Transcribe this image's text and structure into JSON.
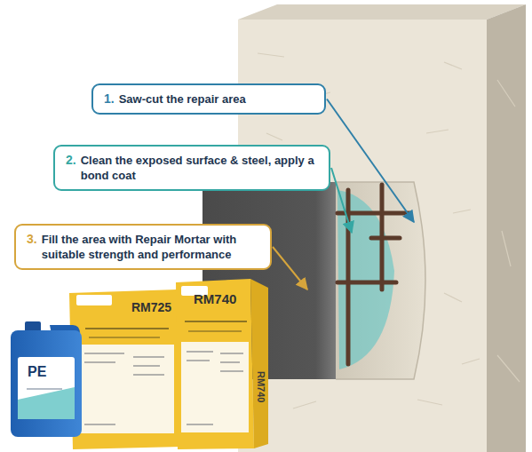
{
  "diagram": {
    "nodes": [
      {
        "text": [
          "1.",
          "Saw-cut the repair area"
        ]
      },
      {
        "text": [
          "2.",
          "Clean the exposed surface & steel, apply a bond coat"
        ]
      },
      {
        "text": [
          "3.",
          "Fill the area with Repair Mortar with suitable strength and performance"
        ]
      }
    ],
    "labels": [
      "RM725",
      "RM740",
      "RM740",
      "PE"
    ]
  }
}
